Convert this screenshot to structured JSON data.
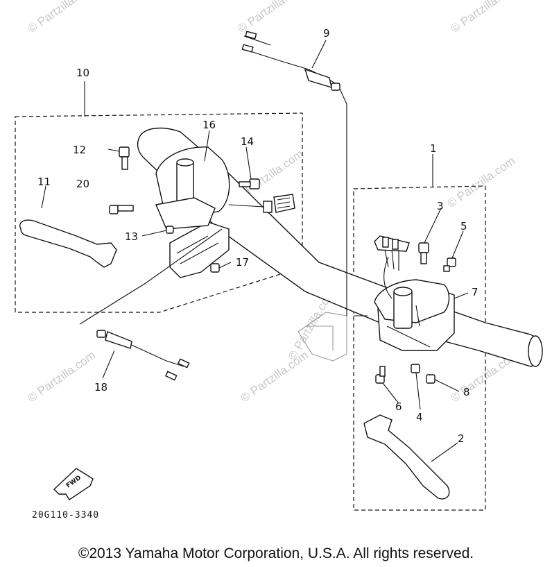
{
  "watermark": "© Partzilla.com",
  "diagram_code": "20G110-3340",
  "fwd_label": "FWD",
  "copyright": "©2013  Yamaha Motor Corporation, U.S.A. All rights reserved.",
  "callouts": {
    "c1": "1",
    "c2": "2",
    "c3": "3",
    "c4": "4",
    "c5": "5",
    "c6": "6",
    "c7": "7",
    "c8": "8",
    "c9": "9",
    "c10": "10",
    "c11": "11",
    "c12": "12",
    "c13": "13",
    "c14": "14",
    "c16": "16",
    "c17": "17",
    "c18": "18",
    "c20": "20"
  }
}
